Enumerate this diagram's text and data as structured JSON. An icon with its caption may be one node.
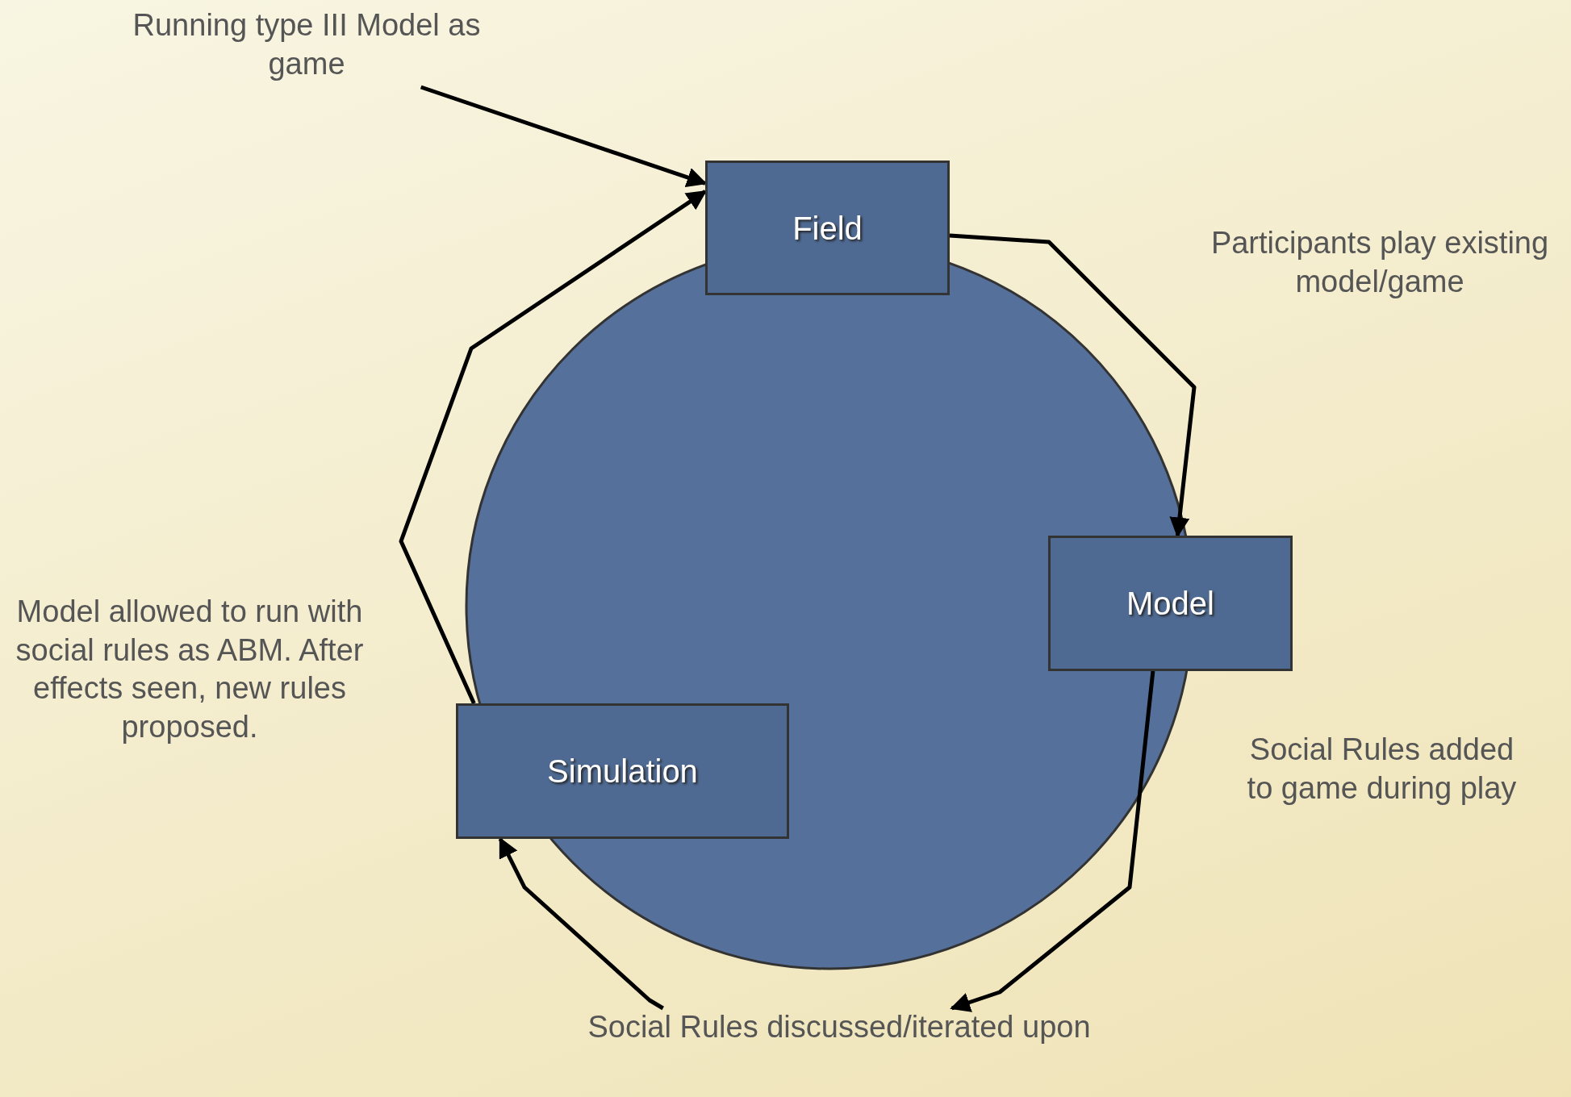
{
  "diagram": {
    "nodes": [
      {
        "text": [
          "Running type III Model as game"
        ]
      },
      {
        "text": [
          "Field"
        ]
      },
      {
        "text": [
          "Model"
        ]
      },
      {
        "text": [
          "Social Rules discussed/iterated upon"
        ]
      },
      {
        "text": [
          "Simulation"
        ]
      }
    ],
    "edges": [
      {
        "from": 0,
        "to": 1,
        "arrow": "to"
      },
      {
        "from": 1,
        "to": 2,
        "arrow": "to"
      },
      {
        "from": 2,
        "to": 3,
        "arrow": "to"
      },
      {
        "from": 3,
        "to": 4,
        "arrow": "to"
      },
      {
        "from": 4,
        "to": 1,
        "arrow": "to"
      }
    ],
    "labels": [
      "Participants play existing model/game",
      "Social Rules added to game during play",
      "Model allowed to run with social rules as ABM. After effects seen, new rules proposed."
    ]
  }
}
